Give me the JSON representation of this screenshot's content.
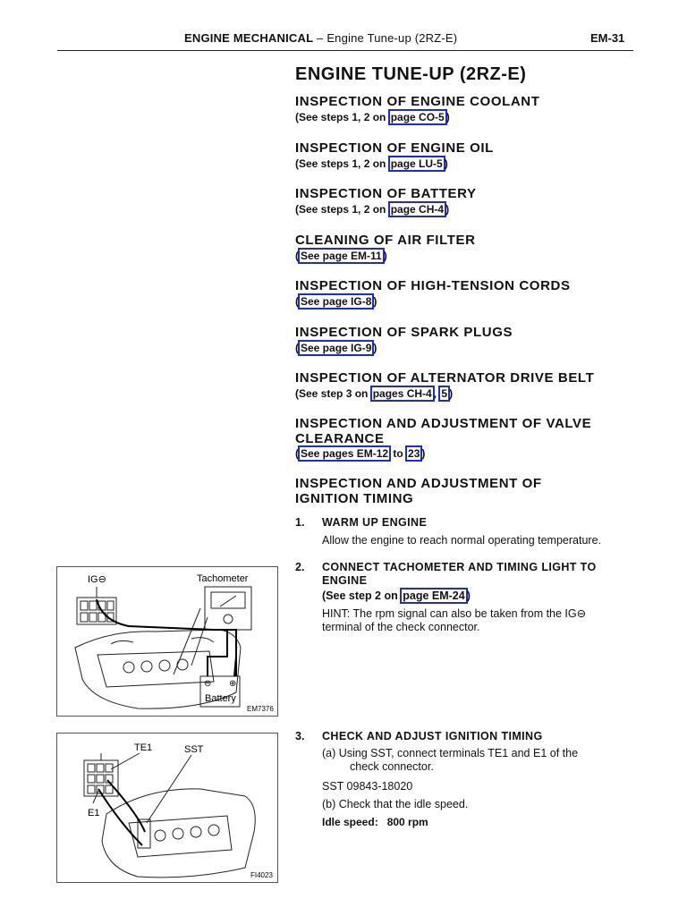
{
  "header": {
    "section": "ENGINE MECHANICAL",
    "dash": " – ",
    "subtitle": "Engine Tune-up (2RZ-E)",
    "page": "EM-31"
  },
  "title": "ENGINE TUNE-UP (2RZ-E)",
  "sections": [
    {
      "heading": "INSPECTION OF ENGINE COOLANT",
      "pre": "(See steps 1, 2 on ",
      "link": "page CO-5",
      "post": ")"
    },
    {
      "heading": "INSPECTION OF ENGINE OIL",
      "pre": "(See steps 1, 2 on ",
      "link": "page LU-5",
      "post": ")"
    },
    {
      "heading": "INSPECTION OF BATTERY",
      "pre": "(See steps 1, 2 on ",
      "link": "page CH-4",
      "post": ")"
    },
    {
      "heading": "CLEANING OF AIR FILTER",
      "pre": "(",
      "link": "See page EM-11",
      "post": ")"
    },
    {
      "heading": "INSPECTION OF HIGH-TENSION CORDS",
      "pre": "(",
      "link": "See page IG-8",
      "post": ")"
    },
    {
      "heading": "INSPECTION OF SPARK PLUGS",
      "pre": "(",
      "link": "See page IG-9",
      "post": ")"
    },
    {
      "heading": "INSPECTION OF ALTERNATOR DRIVE BELT",
      "pre": "(See step 3 on ",
      "link": "pages CH-4",
      "mid": ", ",
      "link2": "5",
      "post": ")"
    },
    {
      "heading_l1": "INSPECTION AND ADJUSTMENT OF VALVE",
      "heading_l2": "CLEARANCE",
      "pre": "(",
      "link": "See pages EM-12",
      "mid": " to ",
      "link2": "23",
      "post": ")"
    },
    {
      "heading_l1": "INSPECTION AND ADJUSTMENT OF",
      "heading_l2": "IGNITION TIMING"
    }
  ],
  "steps": [
    {
      "num": "1.",
      "title": "WARM UP ENGINE",
      "body": "Allow the engine to reach normal operating temperature."
    },
    {
      "num": "2.",
      "title_l1": "CONNECT TACHOMETER AND TIMING LIGHT TO",
      "title_l2": "ENGINE",
      "ref_pre": "(See step 2 on ",
      "ref_link": "page EM-24",
      "ref_post": ")",
      "hint_l1": "HINT:   The rpm signal can also be taken from the IG⊖",
      "hint_l2": "terminal of the check connector."
    },
    {
      "num": "3.",
      "title": "CHECK AND ADJUST IGNITION TIMING",
      "a_l1": "(a)  Using SST, connect terminals TE1 and E1 of the",
      "a_l2": "check connector.",
      "sst": "SST 09843-18020",
      "b": "(b)  Check that the idle speed.",
      "idle_label": "Idle speed:",
      "idle_value": "800 rpm"
    }
  ],
  "figures": {
    "fig1": {
      "ig": "IG⊖",
      "tach": "Tachometer",
      "battery": "Battery",
      "minus": "⊖",
      "plus": "⊕",
      "code": "EM7376"
    },
    "fig2": {
      "te1": "TE1",
      "sst": "SST",
      "e1": "E1",
      "code": "FI4023"
    }
  },
  "colors": {
    "link_border": "#1b2bd6",
    "text": "#111111"
  }
}
